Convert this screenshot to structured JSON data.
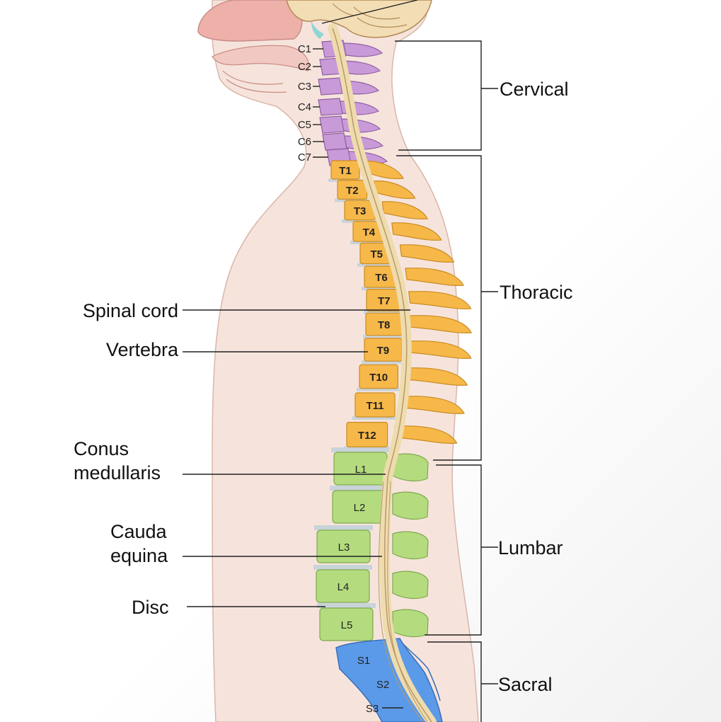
{
  "labels": {
    "spinal_cord": "Spinal cord",
    "vertebra": "Vertebra",
    "conus_line1": "Conus",
    "conus_line2": "medullaris",
    "cauda_line1": "Cauda",
    "cauda_line2": "equina",
    "disc": "Disc"
  },
  "regions": {
    "cervical": "Cervical",
    "thoracic": "Thoracic",
    "lumbar": "Lumbar",
    "sacral": "Sacral"
  },
  "vertebrae": {
    "cervical": [
      "C1",
      "C2",
      "C3",
      "C4",
      "C5",
      "C6",
      "C7"
    ],
    "thoracic": [
      "T1",
      "T2",
      "T3",
      "T4",
      "T5",
      "T6",
      "T7",
      "T8",
      "T9",
      "T10",
      "T11",
      "T12"
    ],
    "lumbar": [
      "L1",
      "L2",
      "L3",
      "L4",
      "L5"
    ],
    "sacral": [
      "S1",
      "S2",
      "S3"
    ]
  },
  "colors": {
    "cervical": "#c99ad8",
    "thoracic": "#f7b84a",
    "lumbar": "#b4dc7e",
    "sacral": "#5b9ae8",
    "skin": "#f6e4dc",
    "disc": "#c9d3da",
    "cord": "#f2e2b8"
  }
}
